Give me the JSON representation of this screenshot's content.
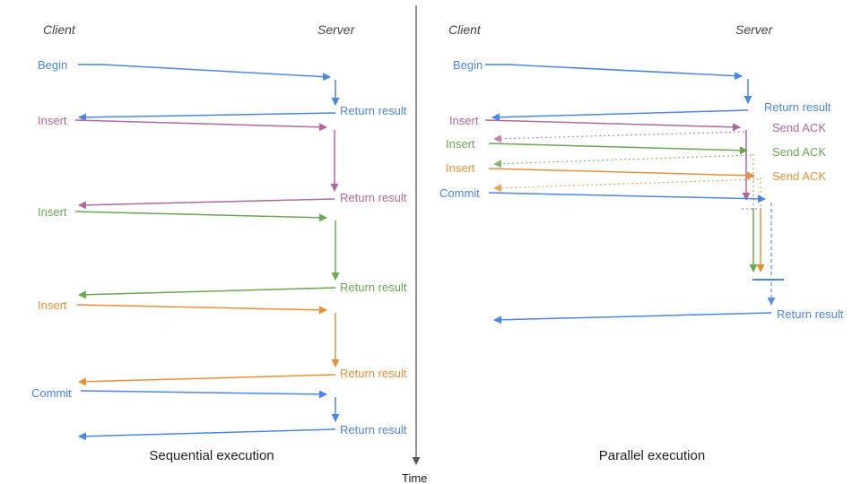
{
  "diagram": {
    "time_label": "Time",
    "colors": {
      "blue": "#4a86e8",
      "pink": "#b5679d",
      "green": "#6aa84f",
      "orange": "#e69138",
      "axis_gray": "#595959",
      "title_text": "#212121",
      "lane_header_gray": "#444444"
    },
    "left": {
      "title": "Sequential execution",
      "client_label": "Client",
      "server_label": "Server",
      "operations": [
        {
          "label": "Begin",
          "color": "blue",
          "response": "Return result"
        },
        {
          "label": "Insert",
          "color": "pink",
          "response": "Return result"
        },
        {
          "label": "Insert",
          "color": "green",
          "response": "Return result"
        },
        {
          "label": "Insert",
          "color": "orange",
          "response": "Return result"
        },
        {
          "label": "Commit",
          "color": "blue",
          "response": "Return result"
        }
      ]
    },
    "right": {
      "title": "Parallel execution",
      "client_label": "Client",
      "server_label": "Server",
      "operations": [
        {
          "label": "Begin",
          "color": "blue",
          "response": "Return result"
        },
        {
          "label": "Insert",
          "color": "pink",
          "response": "Send ACK"
        },
        {
          "label": "Insert",
          "color": "green",
          "response": "Send ACK"
        },
        {
          "label": "Insert",
          "color": "orange",
          "response": "Send ACK"
        },
        {
          "label": "Commit",
          "color": "blue",
          "response": "Return result"
        }
      ]
    }
  }
}
